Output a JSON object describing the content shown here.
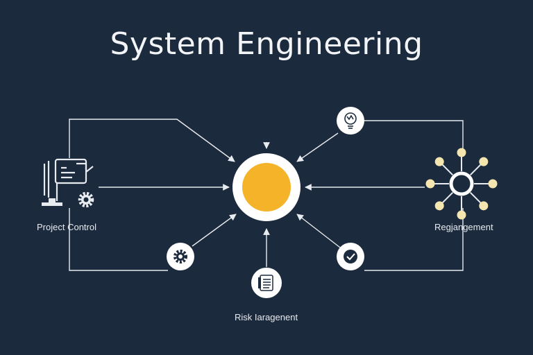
{
  "title": "System Engineering",
  "nodes": {
    "left": {
      "label": "Project Control",
      "icon": "project-control-icon"
    },
    "right": {
      "label": "Regjangement",
      "icon": "hub-network-icon"
    },
    "bottom": {
      "label": "Risk Iaragenent",
      "icon": "document-list-icon"
    },
    "top_right": {
      "icon": "lightbulb-icon"
    },
    "bottom_left": {
      "icon": "gear-icon"
    },
    "bottom_right": {
      "icon": "checkmark-icon"
    },
    "center": {
      "icon": "core-circle-icon"
    }
  },
  "colors": {
    "background": "#1b2a3c",
    "line": "#e8ebf0",
    "center_fill": "#f5b32a",
    "node_fill": "#ffffff",
    "hub_dot": "#f5e6b0"
  }
}
